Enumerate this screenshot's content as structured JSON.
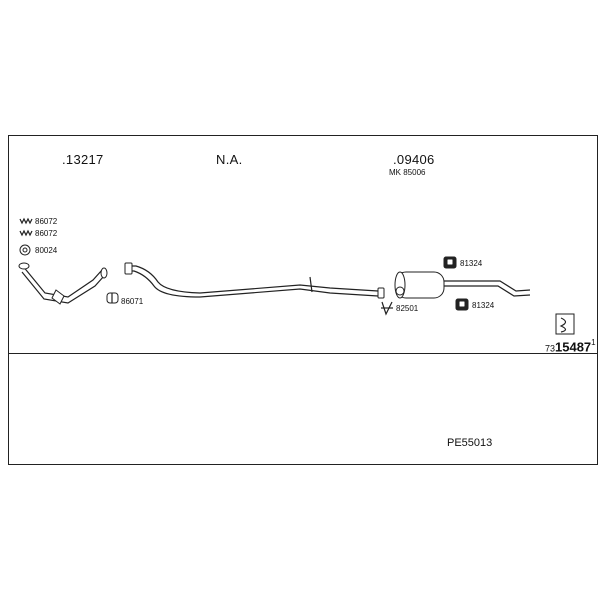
{
  "sections": {
    "front_pipe": ".13217",
    "middle": "N.A.",
    "rear_silencer": ".09406",
    "rear_silencer_kit": "MK 85006"
  },
  "parts": {
    "clamp_1": "86072",
    "clamp_2": "86072",
    "gasket": "80024",
    "rubber_mount": "86071",
    "clamp_joint": "82501",
    "hanger_top": "81324",
    "hanger_bottom": "81324"
  },
  "catalog": {
    "prefix": "73",
    "number": "15487",
    "suffix": "1"
  },
  "set_code": "PE55013"
}
